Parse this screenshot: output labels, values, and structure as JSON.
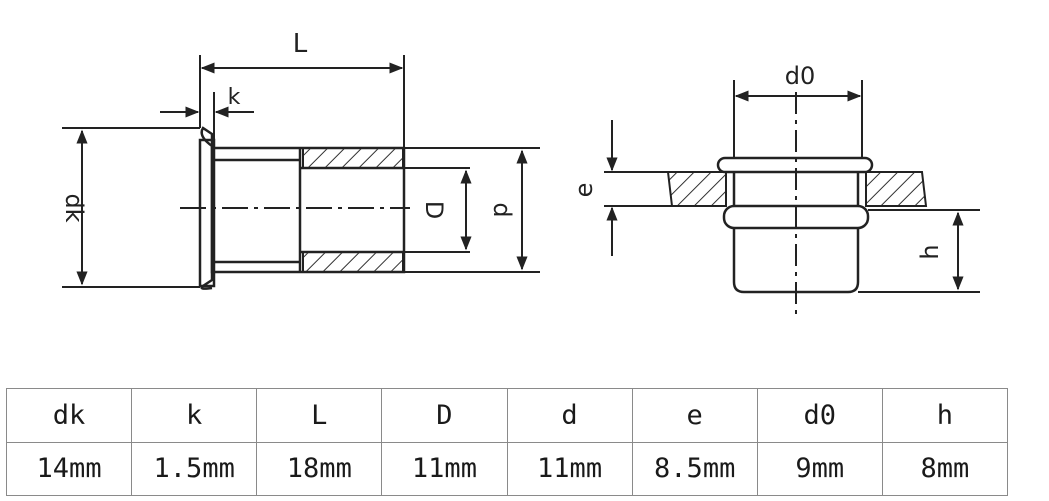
{
  "diagram": {
    "labels": {
      "L": "L",
      "k": "k",
      "dk": "dk",
      "D": "D",
      "d": "d",
      "d0": "d0",
      "e": "e",
      "h": "h"
    }
  },
  "table": {
    "headers": [
      "dk",
      "k",
      "L",
      "D",
      "d",
      "e",
      "d0",
      "h"
    ],
    "values": [
      "14mm",
      "1.5mm",
      "18mm",
      "11mm",
      "11mm",
      "8.5mm",
      "9mm",
      "8mm"
    ]
  }
}
